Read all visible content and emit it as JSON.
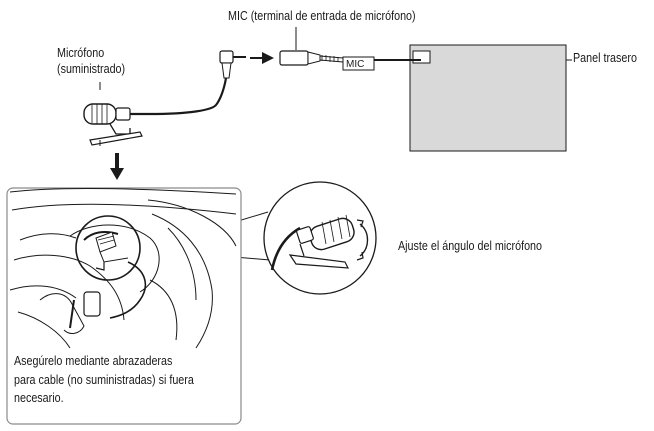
{
  "labels": {
    "mic_terminal": "MIC (terminal de entrada de micrófono)",
    "rear_panel": "Panel trasero",
    "microphone_line1": "Micrófono",
    "microphone_line2": "(suministrado)",
    "connector_mark": "MIC",
    "adjust_angle": "Ajuste el ángulo del micrófono",
    "note_line1": "Asegúrelo mediante abrazaderas",
    "note_line2": "para cable (no suministradas) si fuera",
    "note_line3": "necesario."
  },
  "colors": {
    "panel_fill": "#d9d9d9",
    "line": "#1a1a1a",
    "frame": "#8a8a8a"
  }
}
